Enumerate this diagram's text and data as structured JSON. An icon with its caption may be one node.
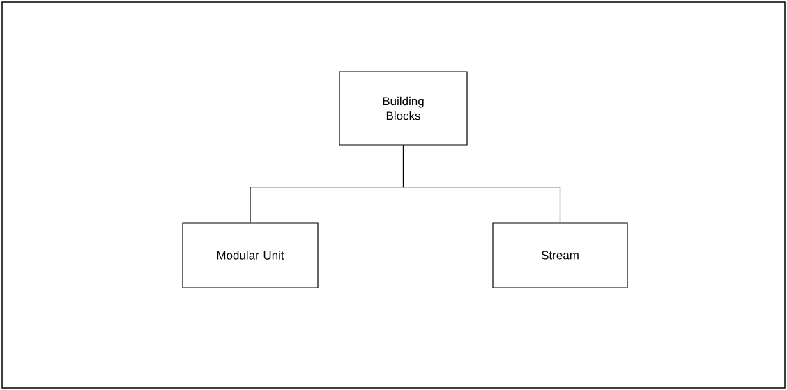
{
  "diagram": {
    "nodes": [
      {
        "text": [
          "Building Blocks"
        ]
      },
      {
        "text": [
          "Modular Unit"
        ]
      },
      {
        "text": [
          "Stream"
        ]
      }
    ],
    "edges": [
      {
        "from": 0,
        "to": 1,
        "arrow": "none"
      },
      {
        "from": 0,
        "to": 2,
        "arrow": "none"
      }
    ]
  }
}
